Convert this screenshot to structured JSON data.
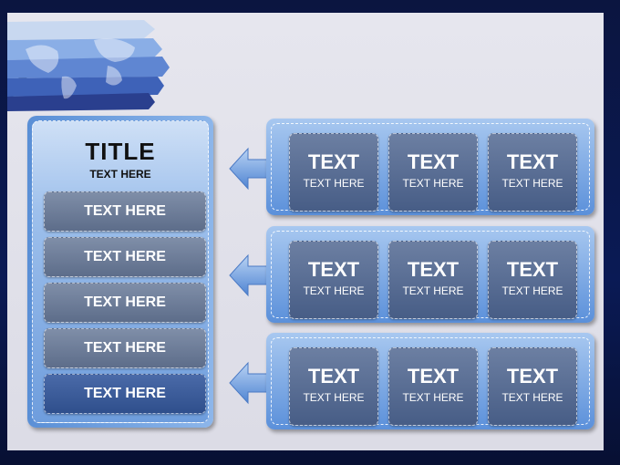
{
  "left_panel": {
    "title": "TITLE",
    "subtitle": "TEXT HERE",
    "items": [
      "TEXT HERE",
      "TEXT HERE",
      "TEXT HERE",
      "TEXT HERE",
      "TEXT HERE"
    ]
  },
  "rows": [
    {
      "cards": [
        {
          "head": "TEXT",
          "sub": "TEXT HERE"
        },
        {
          "head": "TEXT",
          "sub": "TEXT HERE"
        },
        {
          "head": "TEXT",
          "sub": "TEXT HERE"
        }
      ]
    },
    {
      "cards": [
        {
          "head": "TEXT",
          "sub": "TEXT HERE"
        },
        {
          "head": "TEXT",
          "sub": "TEXT HERE"
        },
        {
          "head": "TEXT",
          "sub": "TEXT HERE"
        }
      ]
    },
    {
      "cards": [
        {
          "head": "TEXT",
          "sub": "TEXT HERE"
        },
        {
          "head": "TEXT",
          "sub": "TEXT HERE"
        },
        {
          "head": "TEXT",
          "sub": "TEXT HERE"
        }
      ]
    }
  ],
  "icons": {
    "arrow": "arrow-left-icon",
    "map": "world-map-icon"
  },
  "colors": {
    "panel_blue": "#5b90da",
    "card_slate": "#5d6d8a",
    "background": "#0a1a55"
  }
}
